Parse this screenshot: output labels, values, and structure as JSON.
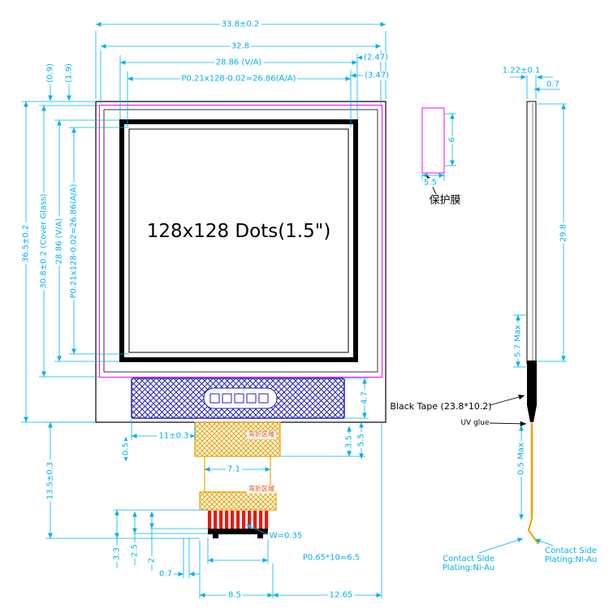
{
  "drawing": {
    "display_text": "128x128 Dots(1.5\")",
    "protective_film": "保护膜",
    "black_tape": "Black Tape (23.8*10.2)",
    "uv_glue": "UV glue",
    "contact_side_line1": "Contact Side",
    "contact_side_line2": "Plating:Ni-Au",
    "bend_area": "弯折区域",
    "dims": {
      "total_width": "33.8±0.2",
      "width_32_8": "32.8",
      "va_width": "28.86 (V/A)",
      "aa_width": "P0.21x128-0.02=26.86(A/A)",
      "offset_2_47": "(2.47)",
      "offset_3_47": "(3.47)",
      "total_height": "36.5±0.2",
      "cover_glass_height": "30.8±0.2 (Cover Glass)",
      "va_height": "28.86 (V/A)",
      "aa_height": "P0.21x128-0.02=26.86(A/A)",
      "offset_0_9": "(0.9)",
      "offset_1_9": "(1.9)",
      "film_height": "6",
      "film_width": "5.5",
      "thickness": "1.22±0.1",
      "thickness_0_7": "0.7",
      "height_29_8": "29.8",
      "tape_thick_max": "5.7 Max",
      "fpc_thick_max": "0.5 Max",
      "tape_height": "4.7",
      "fpc_5_5": "5.5",
      "fpc_3_5": "3.5",
      "fpc_offset_11": "11±0.3",
      "tail_width": "7.1",
      "gap_0_5": "0.5",
      "fpc_length": "13.5±0.3",
      "conn_3_3": "3.3",
      "conn_2_5": "2.5",
      "conn_2": "2",
      "conn_0_7": "0.7",
      "pin_width": "W=0.35",
      "pin_pitch": "P0.65*10=6.5",
      "conn_8_5": "8.5",
      "conn_12_65": "12.65"
    }
  }
}
